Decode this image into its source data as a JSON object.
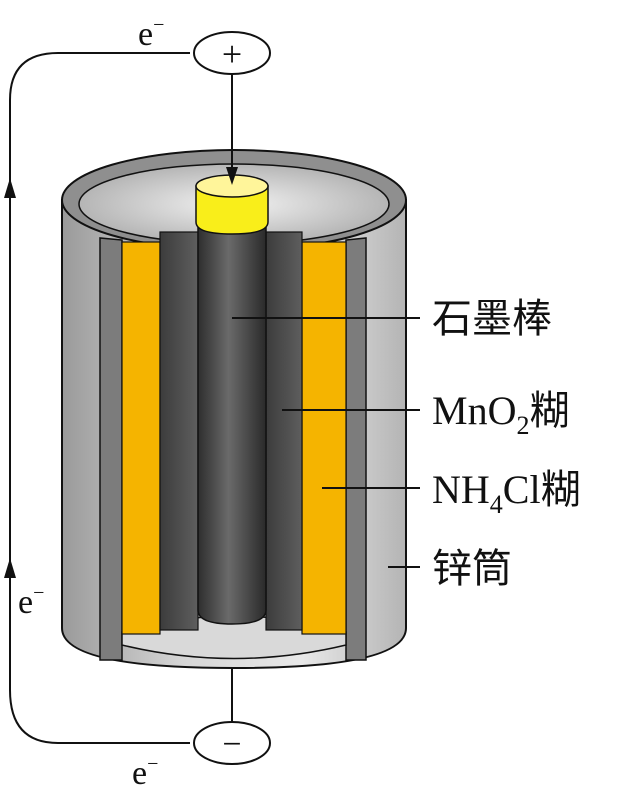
{
  "diagram": {
    "electron_labels": {
      "top": "e",
      "left": "e",
      "bottom": "e",
      "superscript": "−"
    },
    "terminals": {
      "positive": "+",
      "negative": "−"
    },
    "parts": {
      "graphite_rod": "石墨棒",
      "mno2_paste": {
        "main": "MnO",
        "sub": "2",
        "suffix": "糊"
      },
      "nh4cl_paste": {
        "main": "NH",
        "sub": "4",
        "tail": "Cl",
        "suffix": "糊"
      },
      "zinc_can": "锌筒"
    },
    "colors": {
      "paste": "#f5b400",
      "cap": "#f9ee1a",
      "rod": "#505050",
      "zinc": "#bdbdbd",
      "inner_zinc": "#8e8e8e",
      "line": "#111111"
    }
  }
}
